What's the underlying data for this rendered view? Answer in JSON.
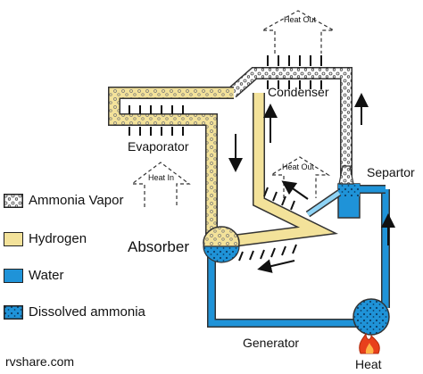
{
  "labels": {
    "condenser": "Condenser",
    "evaporator": "Evaporator",
    "separator": "Separtor",
    "absorber": "Absorber",
    "generator": "Generator",
    "heat": "Heat",
    "heat_out_top": "Heat Out",
    "heat_out_mid": "Heat Out",
    "heat_in": "Heat In"
  },
  "legend": [
    {
      "key": "ammonia-vapor",
      "label": "Ammonia Vapor"
    },
    {
      "key": "hydrogen",
      "label": "Hydrogen"
    },
    {
      "key": "water",
      "label": "Water"
    },
    {
      "key": "dissolved-ammonia",
      "label": "Dissolved ammonia"
    }
  ],
  "watermark": "rvshare.com",
  "colors": {
    "hydrogen": "#f3e29a",
    "water": "#1f93d8",
    "ammonia_vapor": "#ffffff",
    "dissolved_ammonia": "#1f93d8",
    "outline": "#333333",
    "flame": "#e8401c"
  }
}
